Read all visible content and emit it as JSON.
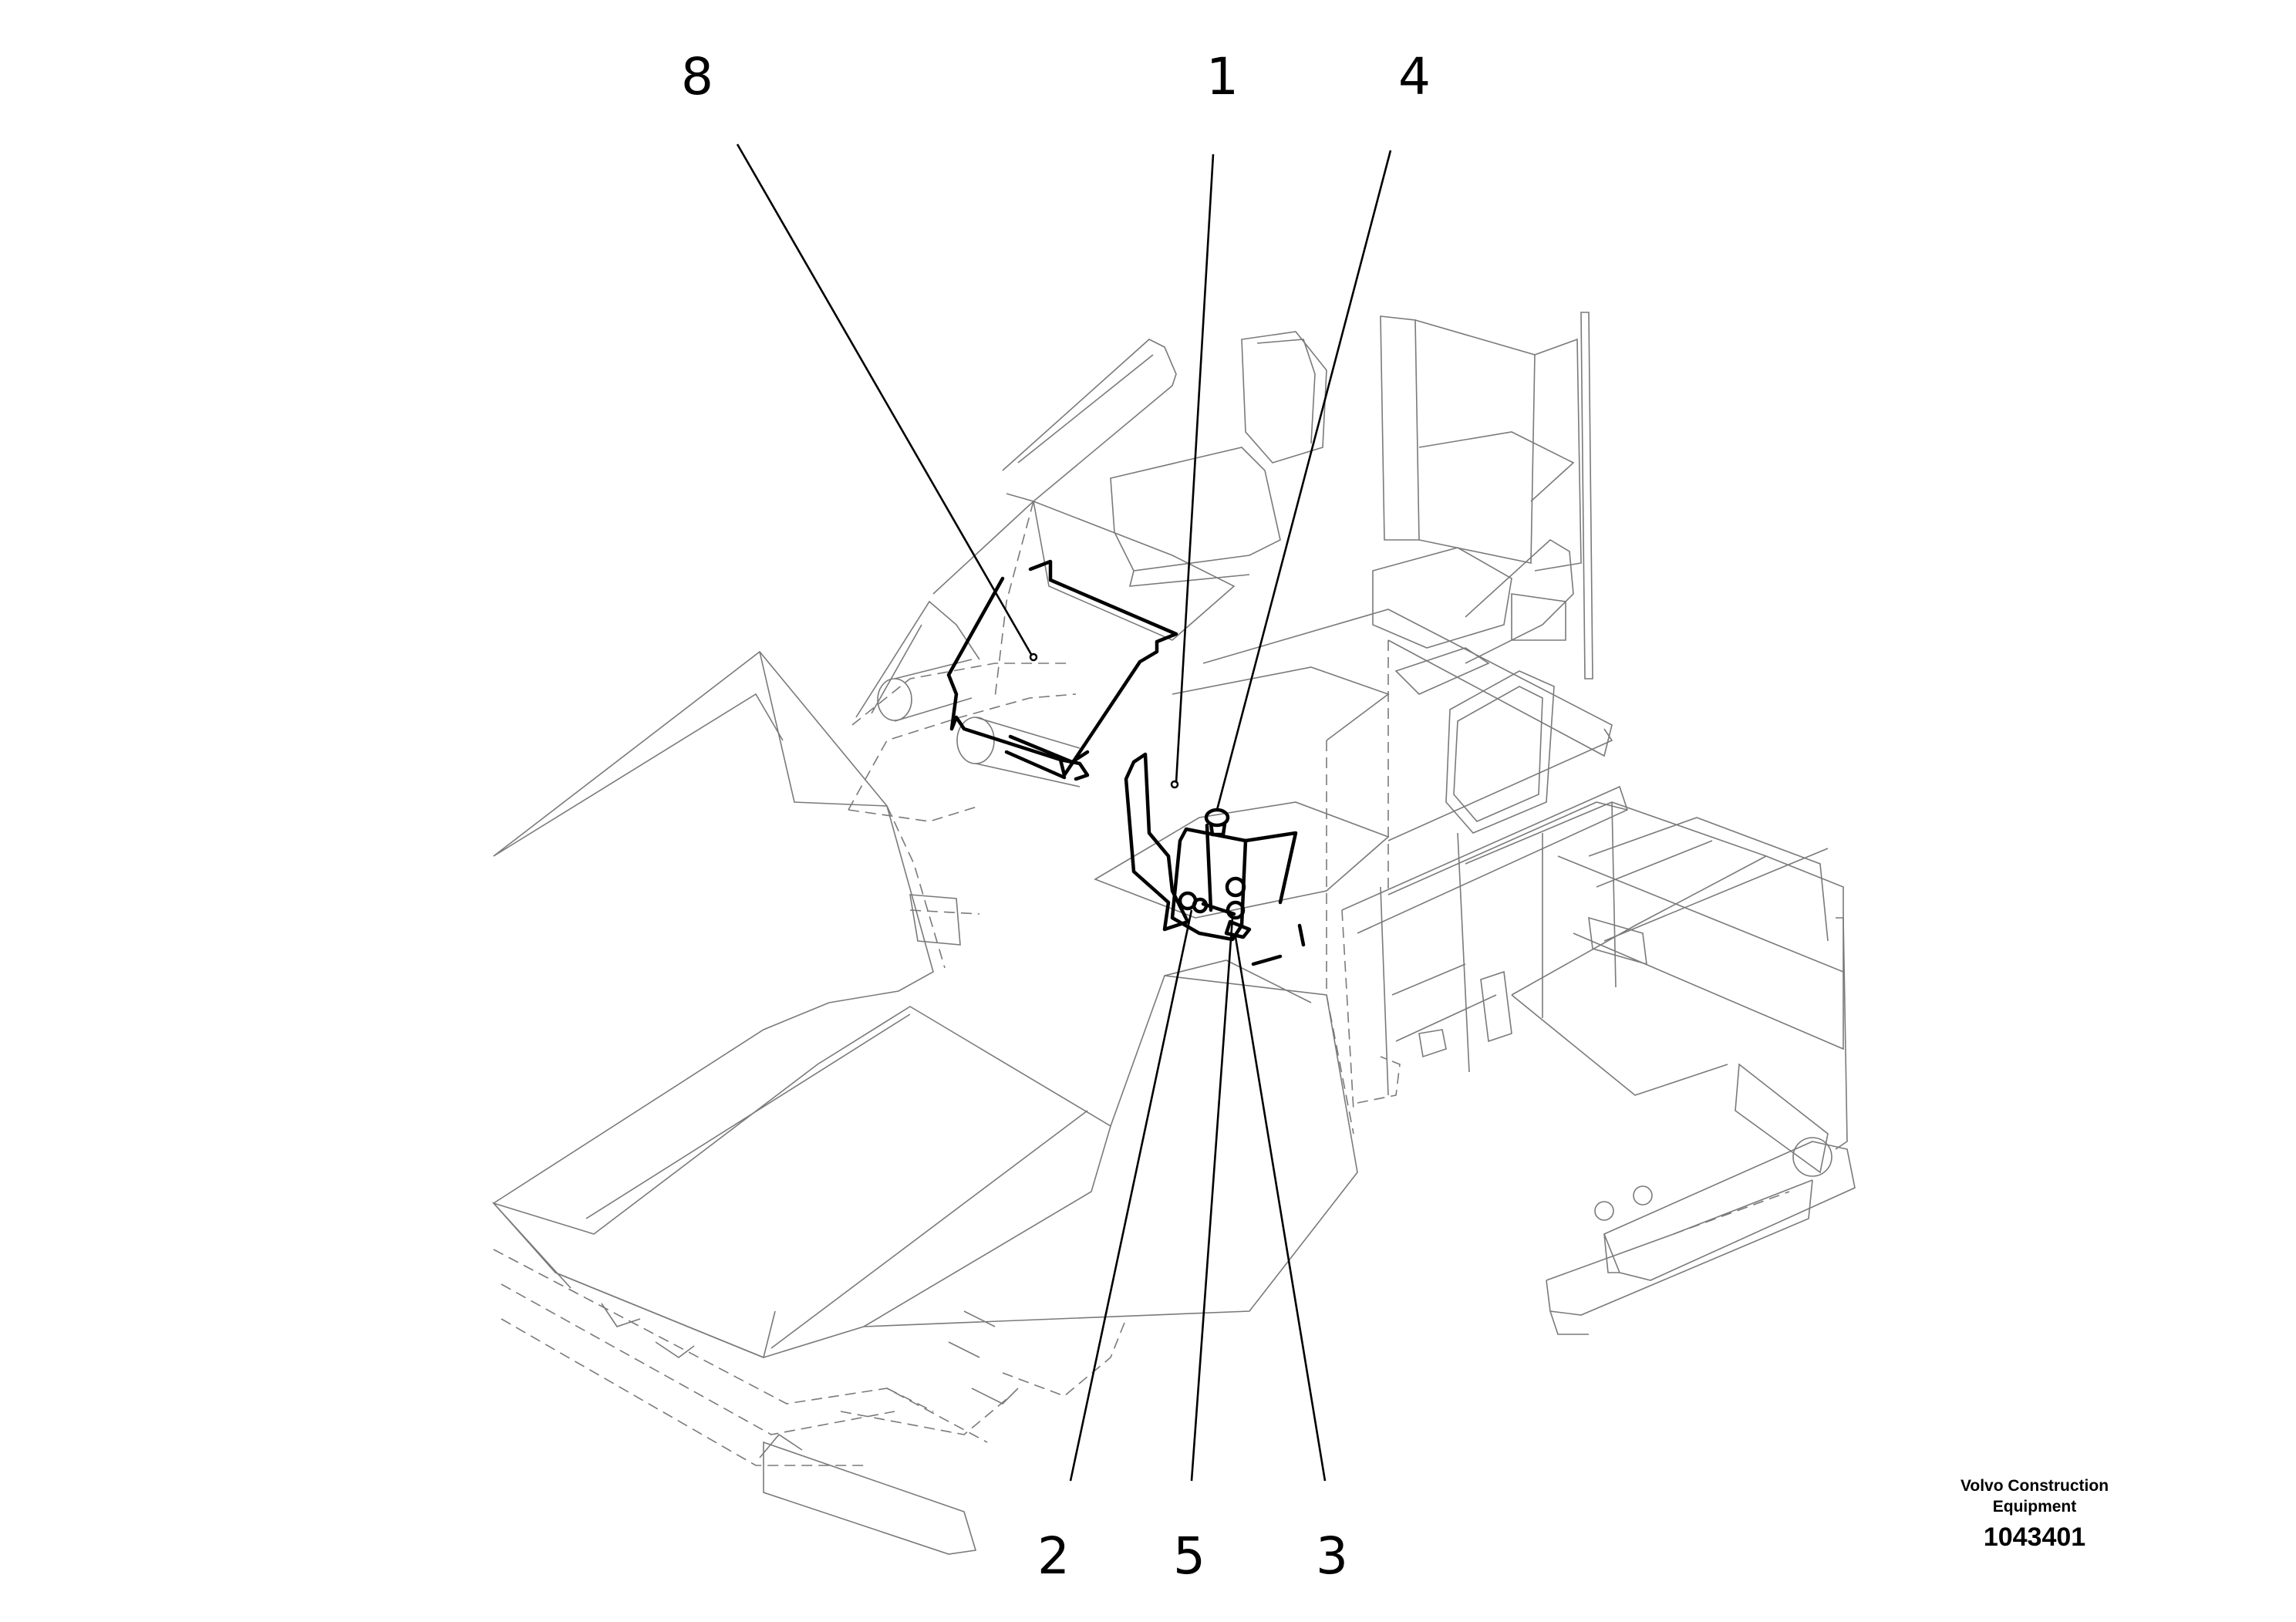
{
  "callouts": {
    "c8": "8",
    "c1": "1",
    "c4": "4",
    "c2": "2",
    "c5": "5",
    "c3": "3"
  },
  "brand": {
    "line1": "Volvo Construction",
    "line2": "Equipment",
    "drawing_number": "1043401"
  }
}
